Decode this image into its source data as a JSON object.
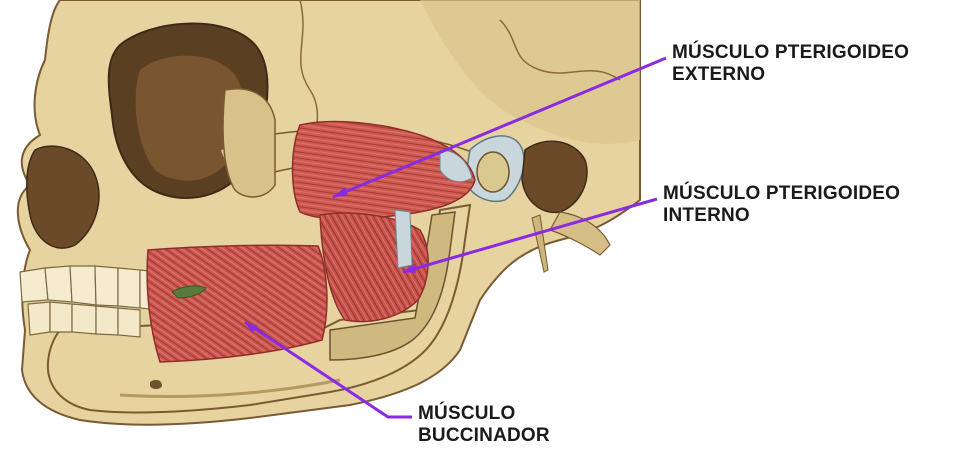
{
  "labels": {
    "pterigoideo_externo": {
      "line1": "MÚSCULO PTERIGOIDEO",
      "line2": "EXTERNO"
    },
    "pterigoideo_interno": {
      "line1": "MÚSCULO PTERIGOIDEO",
      "line2": "INTERNO"
    },
    "buccinador": {
      "line1": "MÚSCULO",
      "line2": "BUCCINADOR"
    }
  },
  "colors": {
    "bone": "#e8d6a4",
    "bone_shadow": "#b89a5e",
    "bone_dark": "#6e5230",
    "muscle": "#c9544e",
    "muscle_dark": "#8e2e2a",
    "tendon": "#c9d6dc",
    "pointer_line": "#8a2be2",
    "text": "#1a1a1a"
  }
}
